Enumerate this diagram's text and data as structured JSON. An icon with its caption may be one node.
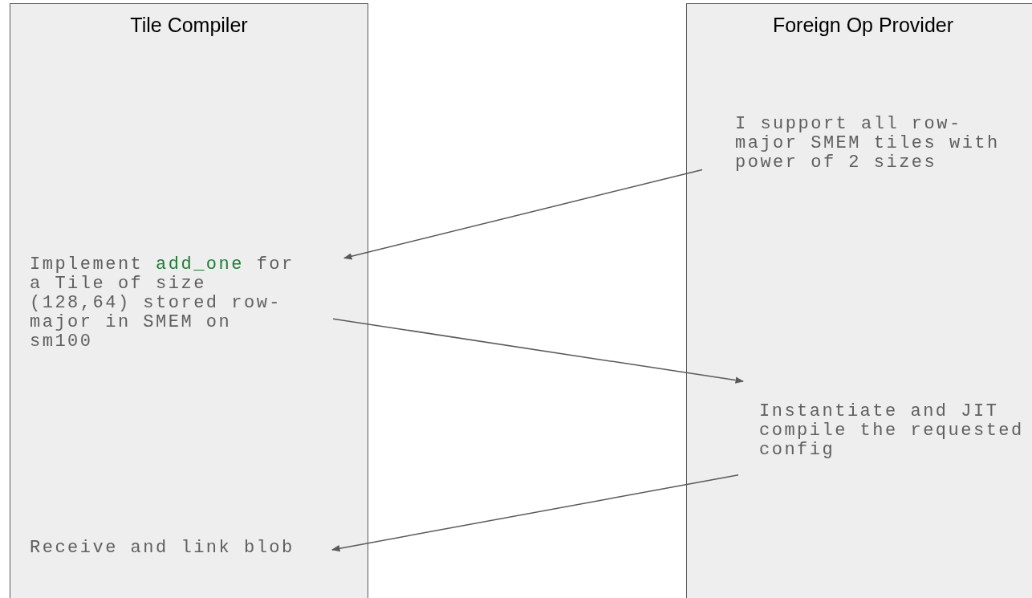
{
  "diagram": {
    "nodes": [
      {
        "text": [
          "Tile Compiler"
        ]
      },
      {
        "text": [
          "Implement **add_one** for a Tile of size (128,64) stored row-major in SMEM on sm100"
        ],
        "in": 0
      },
      {
        "text": [
          "Receive and link blob"
        ],
        "in": 0
      },
      {
        "text": [
          "Foreign Op Provider"
        ]
      },
      {
        "text": [
          "I support all row-major SMEM tiles with power of 2 sizes"
        ],
        "in": 3
      },
      {
        "text": [
          "Instantiate and JIT compile the requested config"
        ],
        "in": 3
      }
    ],
    "edges": [
      {
        "from": 4,
        "to": 1,
        "arrow": "to"
      },
      {
        "from": 1,
        "to": 5,
        "arrow": "to"
      },
      {
        "from": 5,
        "to": 2,
        "arrow": "to"
      }
    ]
  }
}
